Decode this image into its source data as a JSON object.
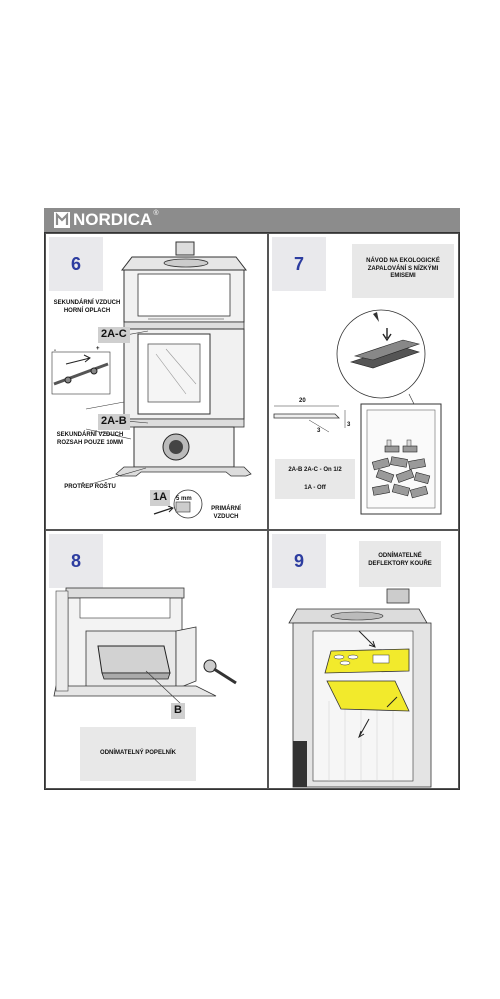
{
  "header": {
    "brand": "NORDICA",
    "brand_mark": "®"
  },
  "panel6": {
    "number": "6",
    "secondary_top": "SEKUNDÁRNÍ VZDUCH\nHORNÍ OPLACH",
    "code_2ac": "2A-C",
    "code_2ab": "2A-B",
    "secondary_bottom": "SEKUNDÁRNÍ VZDUCH\nROZSAH POUZE 10MM",
    "grate": "PROTŘEP ROŠTU",
    "code_1a": "1A",
    "primary": "PRIMÁRNÍ\nVZDUCH",
    "dim_5mm": "5 mm",
    "minus": "-",
    "plus": "+"
  },
  "panel7": {
    "number": "7",
    "guide": "NÁVOD NA EKOLOGICKÉ\nZAPALOVÁNÍ S NÍZKÝMI\nEMISEMI",
    "setting1": "2A-B  2A-C - On 1/2",
    "setting2": "1A - Off",
    "dim_20": "20",
    "dim_3a": "3",
    "dim_3b": "3"
  },
  "panel8": {
    "number": "8",
    "code_b": "B",
    "ashpan": "ODNÍMATELNÝ POPELNÍK"
  },
  "panel9": {
    "number": "9",
    "deflectors": "ODNÍMATELNÉ\nDEFLEKTORY KOUŘE"
  }
}
